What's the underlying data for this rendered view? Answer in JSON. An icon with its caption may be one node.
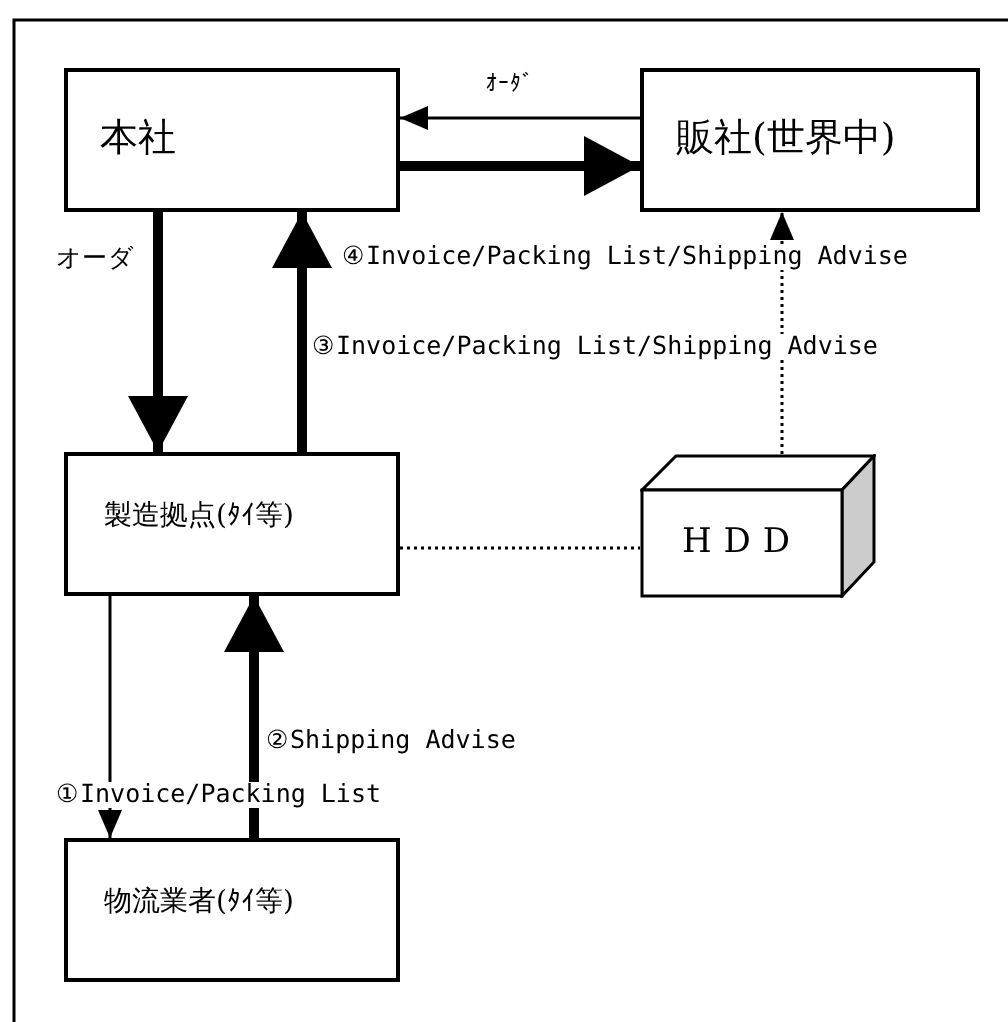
{
  "diagram": {
    "nodes": [
      {
        "text": [
          "本社"
        ]
      },
      {
        "text": [
          "販社(世界中)"
        ]
      },
      {
        "text": [
          "製造拠点(ﾀｲ等)"
        ]
      },
      {
        "text": [
          "HDD"
        ]
      },
      {
        "text": [
          "物流業者(ﾀｲ等)"
        ]
      }
    ],
    "edges": [
      {
        "from": 1,
        "to": 0,
        "arrow": "to",
        "label": "ｵｰﾀﾞ"
      },
      {
        "from": 0,
        "to": 1,
        "arrow": "to",
        "style": "thick"
      },
      {
        "from": 0,
        "to": 2,
        "arrow": "to",
        "style": "thick",
        "label": "オーダ"
      },
      {
        "from": 2,
        "to": 0,
        "arrow": "to",
        "style": "thick",
        "label": "③Invoice/Packing List/Shipping Advise"
      },
      {
        "from": 3,
        "to": 1,
        "arrow": "to",
        "style": "dashed",
        "label": "④Invoice/Packing List/Shipping Advise"
      },
      {
        "from": 2,
        "to": 3,
        "arrow": "none",
        "style": "dashed"
      },
      {
        "from": 2,
        "to": 4,
        "arrow": "to",
        "label": "①Invoice/Packing List"
      },
      {
        "from": 4,
        "to": 2,
        "arrow": "to",
        "style": "thick",
        "label": "②Shipping Advise"
      }
    ]
  }
}
